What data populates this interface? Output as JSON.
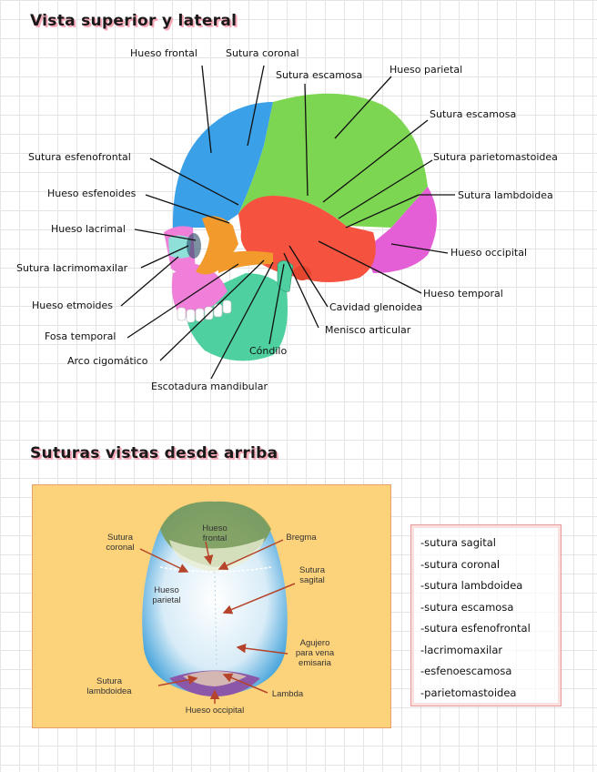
{
  "section1": {
    "title": "Vista superior y lateral"
  },
  "section2": {
    "title": "Suturas vistas desde arriba"
  },
  "skull_labels": {
    "hueso_frontal": "Hueso frontal",
    "sutura_coronal": "Sutura coronal",
    "sutura_escamosa_1": "Sutura escamosa",
    "hueso_parietal": "Hueso parietal",
    "sutura_escamosa_2": "Sutura escamosa",
    "sutura_esfenofrontal": "Sutura esfenofrontal",
    "sutura_parietomastoidea": "Sutura parietomastoidea",
    "hueso_esfenoides": "Hueso esfenoides",
    "sutura_lambdoidea": "Sutura lambdoidea",
    "hueso_lacrimal": "Hueso lacrimal",
    "hueso_occipital": "Hueso occipital",
    "sutura_lacrimomaxilar": "Sutura lacrimomaxilar",
    "hueso_temporal": "Hueso temporal",
    "hueso_etmoides": "Hueso etmoides",
    "cavidad_glenoidea": "Cavidad glenoidea",
    "menisco_articular": "Menisco articular",
    "fosa_temporal": "Fosa temporal",
    "condilo": "Cóndilo",
    "arco_cigomatico": "Arco cigomático",
    "escotadura_mandibular": "Escotadura mandibular"
  },
  "top_view_labels": {
    "sutura_coronal": "Sutura\ncoronal",
    "hueso_frontal": "Hueso\nfrontal",
    "bregma": "Bregma",
    "sutura_sagital": "Sutura\nsagital",
    "hueso_parietal": "Hueso\nparietal",
    "agujero": "Agujero\npara vena\nemisaria",
    "sutura_lambdoidea": "Sutura\nlambdoidea",
    "lambda": "Lambda",
    "hueso_occipital": "Hueso occipital"
  },
  "suture_list": [
    "-sutura sagital",
    "-sutura coronal",
    "-sutura lambdoidea",
    "-sutura escamosa",
    "-sutura esfenofrontal",
    "-lacrimomaxilar",
    "-esfenoescamosa",
    "-parietomastoidea"
  ],
  "colors": {
    "frontal": "#3aa0e8",
    "parietal": "#7dd651",
    "temporal": "#f5533f",
    "occipital": "#e45fd6",
    "sphenoid": "#f39a2c",
    "mandible": "#4fd0a0",
    "panel_bg": "#fcd27b",
    "arrow": "#b5442a"
  }
}
